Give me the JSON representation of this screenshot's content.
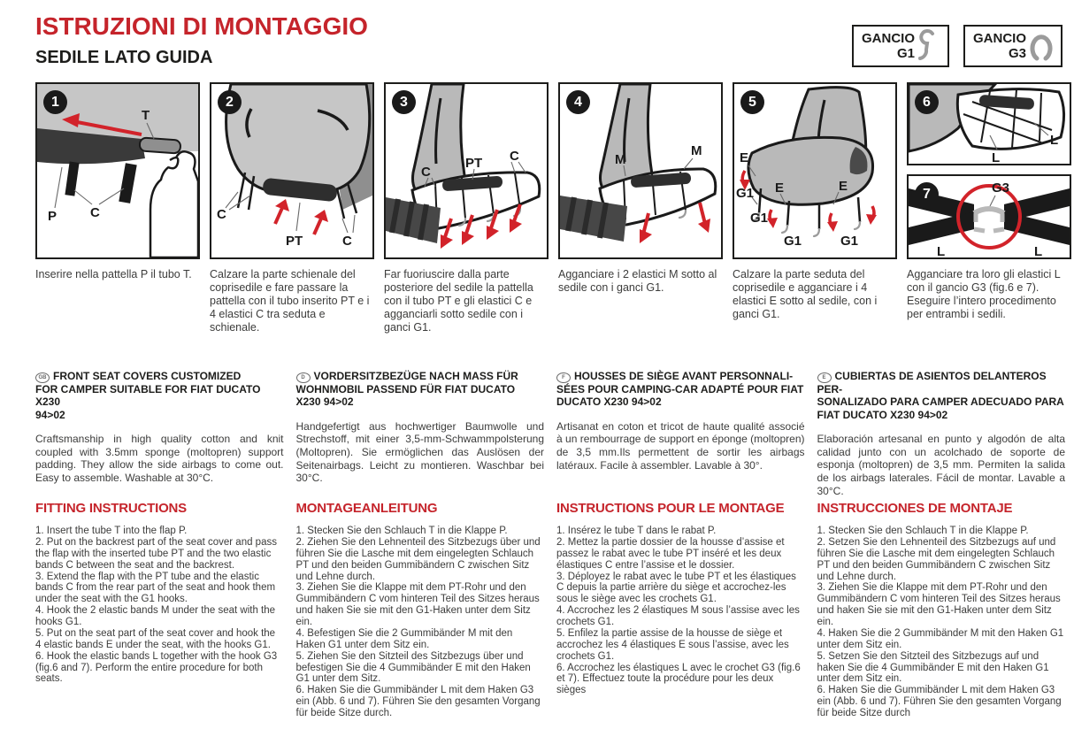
{
  "header": {
    "title": "ISTRUZIONI DI MONTAGGIO",
    "subtitle": "SEDILE LATO GUIDA"
  },
  "hooks": [
    {
      "label": "GANCIO",
      "code": "G1"
    },
    {
      "label": "GANCIO",
      "code": "G3"
    }
  ],
  "colors": {
    "accent_red": "#c5242b",
    "arrow_red": "#d2232a",
    "illustration_gray": "#b9b9b9"
  },
  "panels": [
    {
      "number": "1",
      "labels": [
        "T",
        "P",
        "C"
      ]
    },
    {
      "number": "2",
      "labels": [
        "C",
        "PT",
        "C"
      ]
    },
    {
      "number": "3",
      "labels": [
        "C",
        "PT",
        "C"
      ]
    },
    {
      "number": "4",
      "labels": [
        "M",
        "M"
      ]
    },
    {
      "number": "5",
      "labels": [
        "E",
        "G1",
        "E",
        "G1",
        "G1",
        "E",
        "G1"
      ]
    },
    {
      "number": "6",
      "labels": [
        "L",
        "L"
      ]
    },
    {
      "number": "7",
      "labels": [
        "G3",
        "L",
        "L"
      ]
    }
  ],
  "captions": [
    "Inserire nella pattella P il tubo T.",
    "Calzare la parte schienale del coprisedile e fare passare la pattella con il tubo inserito PT e i 4 elastici C tra seduta e schienale.",
    "Far fuoriuscire dalla parte posteriore del sedile la pattella con il tubo PT e gli elastici C e agganciarli sotto sedile con i ganci G1.",
    "Agganciare i 2 elastici M sotto al sedile con i ganci G1.",
    "Calzare la parte seduta del coprisedile e agganciare i 4 elastici E sotto al sedile, con i ganci G1.",
    "Agganciare tra loro gli elastici L con il gancio G3 (fig.6 e 7). Eseguire l’intero procedimento per entrambi i sedili."
  ],
  "descriptions": [
    {
      "flag": "GB",
      "title_lines": [
        "FRONT SEAT COVERS CUSTOMIZED",
        "FOR CAMPER SUITABLE FOR FIAT DUCATO X230",
        "94>02"
      ],
      "body": "Craftsmanship in high quality cotton and knit coupled with 3.5mm sponge (moltopren) support padding. They allow the side airbags to come out. Easy to assemble. Washable at 30°C."
    },
    {
      "flag": "D",
      "title_lines": [
        "VORDERSITZBEZÜGE NACH MASS FÜR",
        "WOHNMOBIL PASSEND FÜR FIAT DUCATO",
        "X230 94>02"
      ],
      "body": "Handgefertigt aus hochwertiger Baumwolle und Strechstoff, mit einer 3,5-mm-Schwammpolsterung (Moltopren). Sie ermöglichen das Auslösen der Seitenairbags. Leicht zu montieren. Waschbar bei 30°C."
    },
    {
      "flag": "F",
      "title_lines": [
        "HOUSSES DE SIÈGE AVANT PERSONNALI-",
        "SÉES POUR CAMPING-CAR ADAPTÉ POUR FIAT",
        "DUCATO X230 94>02"
      ],
      "body": "Artisanat en coton et tricot de haute qualité associé à un rembourrage de support en éponge (moltopren) de 3,5 mm.Ils permettent de sortir les airbags latéraux. Facile à assembler. Lavable à 30°."
    },
    {
      "flag": "E",
      "title_lines": [
        "CUBIERTAS DE ASIENTOS DELANTEROS PER-",
        "SONALIZADO PARA CAMPER ADECUADO PARA",
        "FIAT DUCATO X230 94>02"
      ],
      "body": "Elaboración artesanal en punto y algodón de alta calidad junto con un acolchado de soporte de esponja (moltopren) de 3,5 mm. Permiten la salida de los airbags laterales. Fácil de montar. Lavable a 30°C."
    }
  ],
  "instructions": [
    {
      "title": "FITTING INSTRUCTIONS",
      "steps": [
        "1. Insert the tube T into the flap P.",
        "2. Put on the backrest part of the seat cover and pass the flap with the inserted tube PT and the two elastic bands C between the seat and the backrest.",
        "3. Extend the flap with the PT tube and the elastic bands C from the rear part of the seat and hook them under the seat with the G1 hooks.",
        "4. Hook the 2 elastic bands M under the seat with the hooks G1.",
        "5. Put on the seat part of the seat cover and hook the 4 elastic bands E under the seat, with the hooks G1.",
        "6. Hook the elastic bands L together with the hook G3 (fig.6 and 7). Perform the entire procedure for both seats."
      ]
    },
    {
      "title": "MONTAGEANLEITUNG",
      "steps": [
        "1. Stecken Sie den Schlauch T in die Klappe P.",
        "2. Ziehen Sie den Lehnenteil des Sitzbezugs über und führen Sie die Lasche mit dem eingelegten Schlauch PT und den beiden Gummibändern C zwischen Sitz und Lehne durch.",
        "3. Ziehen Sie die Klappe mit dem PT-Rohr und den Gummibändern C vom hinteren Teil des Sitzes heraus und haken Sie sie mit den G1-Haken unter dem Sitz ein.",
        "4. Befestigen Sie die 2 Gummibänder M mit den Haken G1 unter dem Sitz ein.",
        "5. Ziehen Sie den Sitzteil des Sitzbezugs über und befestigen Sie die 4 Gummibänder E mit den Haken G1 unter dem Sitz.",
        "6. Haken Sie die Gummibänder L mit dem Haken G3 ein (Abb. 6 und 7). Führen Sie den gesamten Vorgang für beide Sitze durch."
      ]
    },
    {
      "title": "INSTRUCTIONS POUR LE MONTAGE",
      "steps": [
        "1. Insérez le tube T dans le rabat P.",
        "2. Mettez la partie dossier de la housse d’assise et passez le rabat avec le tube PT inséré et les deux élastiques C entre l’assise et le dossier.",
        "3. Déployez le rabat avec le tube PT et les élastiques C depuis la partie arrière du siège et accrochez-les sous le siège avec les crochets G1.",
        "4. Accrochez les 2 élastiques M sous l’assise avec les crochets G1.",
        "5. Enfilez la partie assise de la housse de siège et accrochez les 4 élastiques E sous l’assise, avec les crochets G1.",
        "6. Accrochez les élastiques L avec le crochet G3 (fig.6 et 7). Effectuez toute la procédure pour les deux sièges"
      ]
    },
    {
      "title": "INSTRUCCIONES DE MONTAJE",
      "steps": [
        "1. Stecken Sie den Schlauch T in die Klappe P.",
        "2. Setzen Sie den Lehnenteil des Sitzbezugs auf und führen Sie die Lasche mit dem eingelegten Schlauch PT und den beiden Gummibändern C zwischen Sitz und Lehne durch.",
        "3. Ziehen Sie die Klappe mit dem PT-Rohr und den Gummibändern C vom hinteren Teil des Sitzes heraus und haken Sie sie mit den G1-Haken unter dem Sitz ein.",
        "4. Haken Sie die 2 Gummibänder M mit den Haken G1 unter dem Sitz ein.",
        "5. Setzen Sie den Sitzteil des Sitzbezugs auf und haken Sie die 4 Gummibänder E mit den Haken G1 unter dem Sitz ein.",
        "6. Haken Sie die Gummibänder L mit dem Haken G3 ein (Abb. 6 und 7). Führen Sie den gesamten Vorgang für beide Sitze durch"
      ]
    }
  ]
}
